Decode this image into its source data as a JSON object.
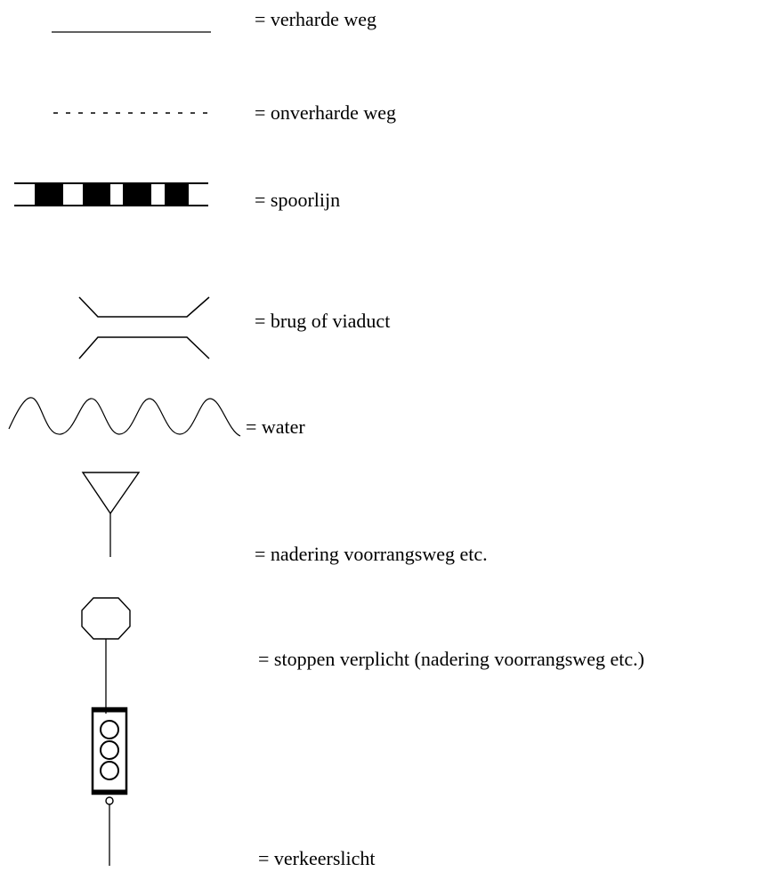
{
  "legend": {
    "items": [
      {
        "symbol": "solid-line-icon",
        "label": "= verharde weg"
      },
      {
        "symbol": "dashed-line-icon",
        "label": "= onverharde weg"
      },
      {
        "symbol": "railway-icon",
        "label": "= spoorlijn"
      },
      {
        "symbol": "bridge-icon",
        "label": "= brug of viaduct"
      },
      {
        "symbol": "wave-icon",
        "label": "= water"
      },
      {
        "symbol": "yield-sign-icon",
        "label": "= nadering voorrangsweg etc."
      },
      {
        "symbol": "stop-sign-icon",
        "label": "= stoppen verplicht (nadering voorrangsweg etc.)"
      },
      {
        "symbol": "traffic-light-icon",
        "label": "= verkeerslicht"
      }
    ]
  }
}
